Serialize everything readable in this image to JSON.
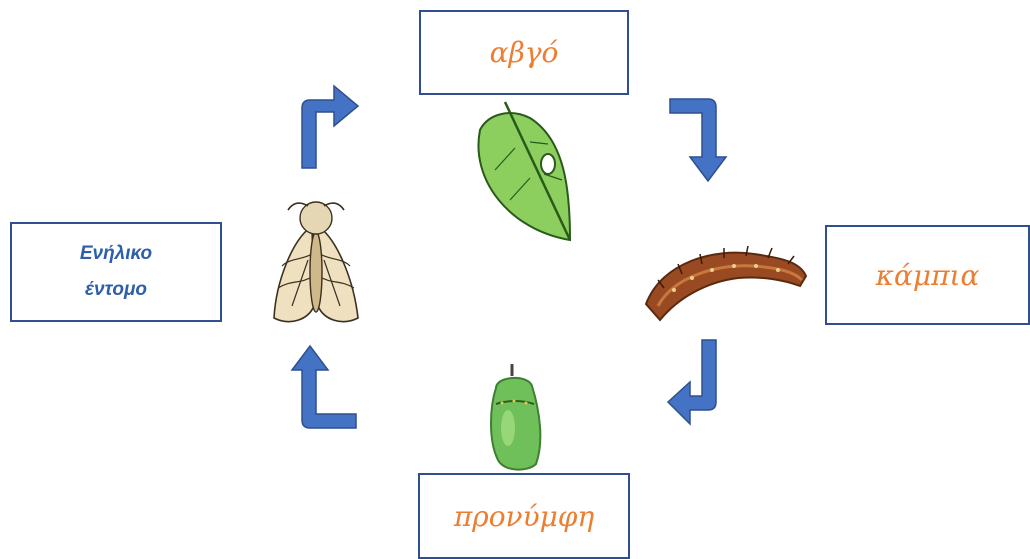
{
  "stages": {
    "egg": "αβγό",
    "caterpillar": "κάμπια",
    "pupa": "προνύμφη",
    "adult_line1": "Ενήλικο",
    "adult_line2": "έντομο"
  },
  "colors": {
    "label_orange": "#ed7d31",
    "adult_label_blue": "#2e5fa8",
    "arrow_blue": "#4472c4",
    "arrow_outline": "#2f4f8f",
    "box_border": "#2f4f8f",
    "leaf_green": "#8dcf5e",
    "caterpillar_brown": "#9a4a22",
    "pupa_green": "#6fbf5a",
    "moth_cream": "#efe0c0"
  },
  "icons": [
    "leaf-with-egg-icon",
    "caterpillar-icon",
    "pupa-chrysalis-icon",
    "moth-icon",
    "cycle-arrow-icon"
  ]
}
